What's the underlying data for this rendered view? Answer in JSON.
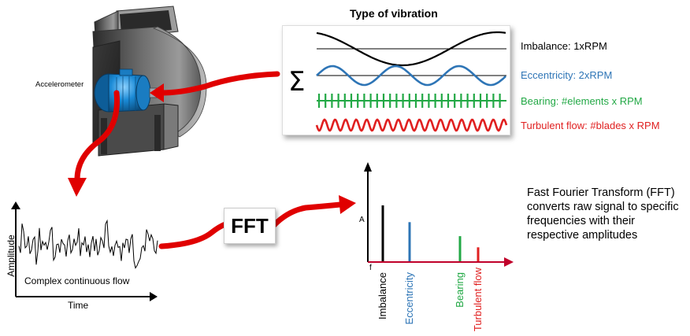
{
  "fan": {
    "accelerometer_label": "Accelerometer"
  },
  "vibration_panel": {
    "title": "Type of vibration",
    "sum_symbol": "Σ",
    "rows": [
      {
        "label": "Imbalance: 1xRPM",
        "color": "#000000"
      },
      {
        "label": "Eccentricity: 2xRPM",
        "color": "#2e75b6"
      },
      {
        "label": "Bearing: #elements x RPM",
        "color": "#22a845"
      },
      {
        "label": "Turbulent flow: #blades x RPM",
        "color": "#e02020"
      }
    ]
  },
  "raw_signal": {
    "y_axis_label": "Amplitude",
    "x_axis_label": "Time",
    "caption": "Complex continuous flow"
  },
  "fft_box": {
    "label": "FFT"
  },
  "spectrum": {
    "y_axis_letter": "A",
    "x_axis_letter": "f",
    "axis_color": "#c0002a",
    "peaks": [
      {
        "label": "Imbalance",
        "amplitude": 1.0,
        "color": "#000000"
      },
      {
        "label": "Eccentricity",
        "amplitude": 0.7,
        "color": "#2e75b6"
      },
      {
        "label": "Bearing",
        "amplitude": 0.45,
        "color": "#22a845"
      },
      {
        "label": "Turbulent flow",
        "amplitude": 0.25,
        "color": "#e02020"
      }
    ]
  },
  "description": "Fast Fourier Transform (FFT) converts raw signal to specific frequencies with their respective amplitudes",
  "arrow_color": "#e00000"
}
